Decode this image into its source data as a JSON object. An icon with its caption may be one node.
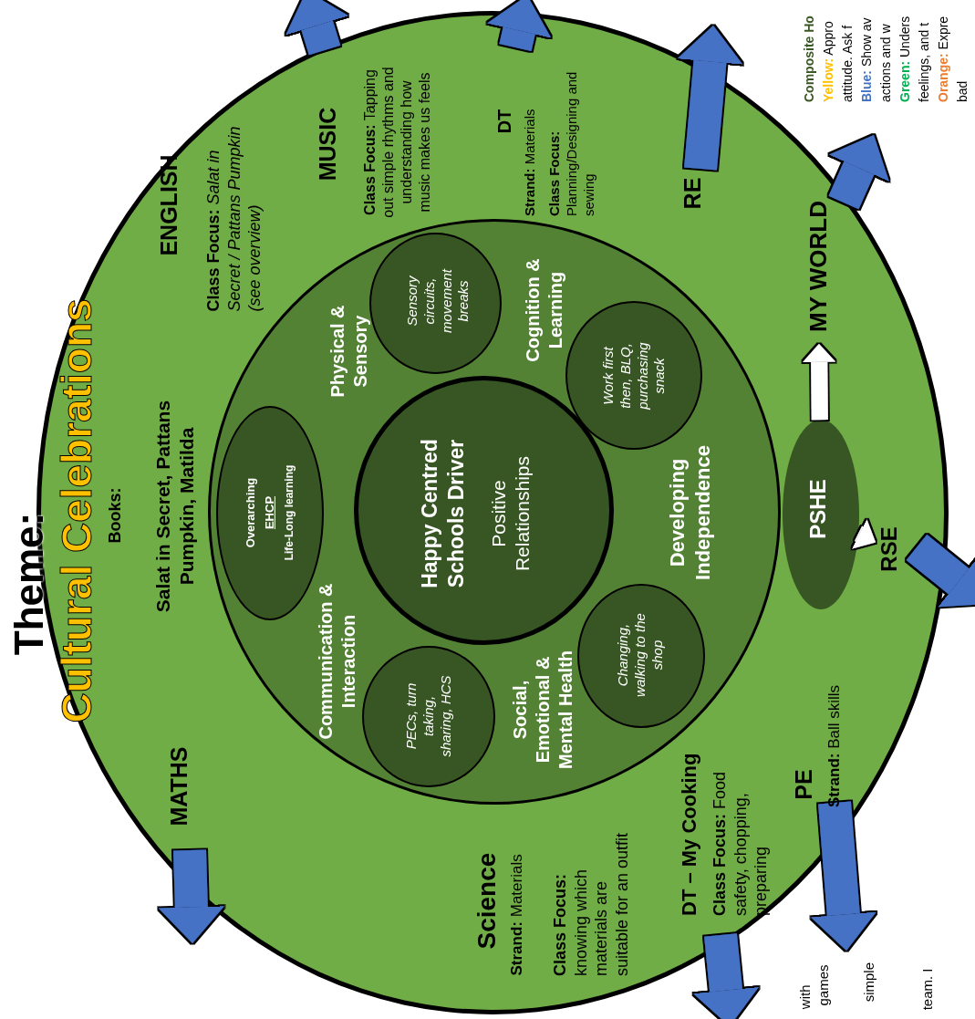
{
  "diagram": {
    "nodes": [
      {
        "text": [
          "Books:",
          "Salat in Secret, Pattans Pumpkin, Matilda",
          "ENGLISH",
          "**Class Focus:** *Salat in Secret / Pattans Pumpkin (see overview)*",
          "MUSIC",
          "**Class Focus:** Tapping out simple rhythms and understanding how music makes us feels",
          "DT",
          "**Strand:** Materials",
          "**Class Focus:** Planning/Designing and sewing",
          "RE",
          "PE",
          "**Strand:** Ball skills",
          "DT – My Cooking",
          "**Class Focus:** Food safety, chopping, preparing",
          "Science",
          "**Strand:** Materials",
          "**Class Focus:** knowing which materials are suitable for an outfit",
          "MATHS"
        ]
      },
      {
        "text": [
          "Physical & Sensory",
          "Cognition & Learning",
          "Developing Independence",
          "Social, Emotional & Mental Health",
          "Communication & Interaction"
        ],
        "in": 0
      },
      {
        "text": [
          "Happy Centred Schools Driver",
          "Positive Relationships"
        ],
        "in": 1
      },
      {
        "text": [
          "Overarching",
          "EHCP",
          "Life-Long learning"
        ],
        "in": 1
      },
      {
        "text": [
          "Sensory circuits, movement breaks"
        ],
        "in": 1
      },
      {
        "text": [
          "Work first then, BLQ, purchasing snack"
        ],
        "in": 1
      },
      {
        "text": [
          "Changing, walking to the shop"
        ],
        "in": 1
      },
      {
        "text": [
          "PECs, turn taking, sharing, HCS"
        ],
        "in": 1
      },
      {
        "text": [
          "PSHE"
        ],
        "in": 0
      },
      {
        "text": [
          "MY WORLD"
        ],
        "in": 0
      },
      {
        "text": [
          "RSE"
        ],
        "in": 0
      }
    ],
    "edges": [
      {
        "from": 8,
        "to": 9,
        "arrow": "to"
      },
      {
        "from": 8,
        "to": 10,
        "arrow": "to"
      }
    ],
    "labels": [
      "Theme:",
      "Cultural Celebrations",
      "Composite Ho",
      "**Yellow:** Appro",
      "attitude. Ask f",
      "**Blue:** Show av",
      "actions and w",
      "**Green:** Unders",
      "feelings, and t",
      "**Orange:** Expre",
      "bad",
      "with",
      "games",
      "simple",
      "team. I"
    ]
  }
}
